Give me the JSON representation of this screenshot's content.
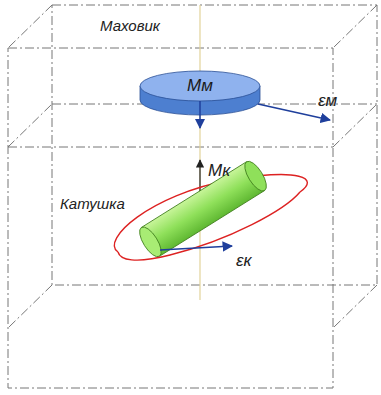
{
  "diagram": {
    "nodes": [
      {
        "text": [
          "Mм"
        ]
      }
    ],
    "labels": [
      "Маховик",
      "εм",
      "Mк",
      "Катушка",
      "εк"
    ]
  }
}
